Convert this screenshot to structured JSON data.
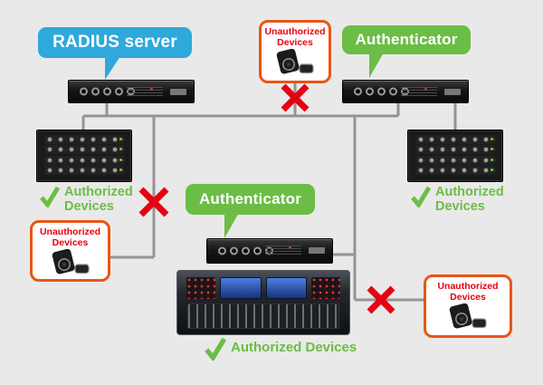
{
  "palette": {
    "background": "#e9e9e9",
    "blue": "#2fa8dc",
    "green": "#6cbd45",
    "red": "#e60012",
    "orange": "#ea5514",
    "wire": "#949494"
  },
  "bubbles": {
    "radius": {
      "label": "RADIUS server"
    },
    "authenticator_top": {
      "label": "Authenticator"
    },
    "authenticator_center": {
      "label": "Authenticator"
    }
  },
  "unauthorized": {
    "top": {
      "line1": "Unauthorized",
      "line2": "Devices"
    },
    "left": {
      "line1": "Unauthorized",
      "line2": "Devices"
    },
    "right": {
      "line1": "Unauthorized",
      "line2": "Devices"
    }
  },
  "authorized": {
    "left": {
      "line1": "Authorized",
      "line2": "Devices"
    },
    "right": {
      "line1": "Authorized",
      "line2": "Devices"
    },
    "console": {
      "text": "Authorized Devices"
    }
  }
}
